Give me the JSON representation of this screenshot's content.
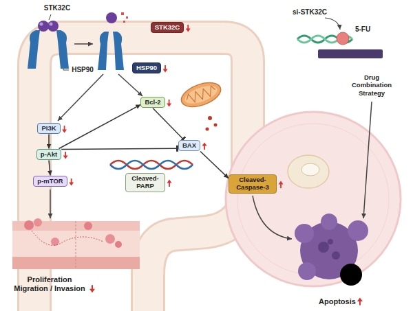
{
  "diagram": {
    "nodes": [
      {
        "text": [
          "STK32C"
        ]
      },
      {
        "text": [
          "HSP90"
        ]
      },
      {
        "text": [
          "Bcl-2"
        ]
      },
      {
        "text": [
          "PI3K"
        ]
      },
      {
        "text": [
          "BAX"
        ]
      },
      {
        "text": [
          "p-Akt"
        ]
      },
      {
        "text": [
          "p-mTOR"
        ]
      },
      {
        "text": [
          "Cleaved-PARP"
        ]
      },
      {
        "text": [
          "Cleaved-Caspase-3"
        ]
      }
    ],
    "edges": [
      {
        "from": 3,
        "to": 5,
        "arrow": "to"
      },
      {
        "from": 5,
        "to": 6,
        "arrow": "to"
      },
      {
        "from": 5,
        "to": 2,
        "arrow": "to"
      },
      {
        "from": 5,
        "to": 4,
        "arrow": "to"
      },
      {
        "from": 2,
        "to": 4,
        "arrow": "to"
      },
      {
        "from": 4,
        "to": 8,
        "arrow": "to"
      }
    ],
    "labels": [
      "STK32C",
      "HSP90",
      "si-STK32C",
      "5-FU",
      "Drug Combination Strategy",
      "Proliferation Migration / Invasion",
      "Apoptosis"
    ]
  }
}
